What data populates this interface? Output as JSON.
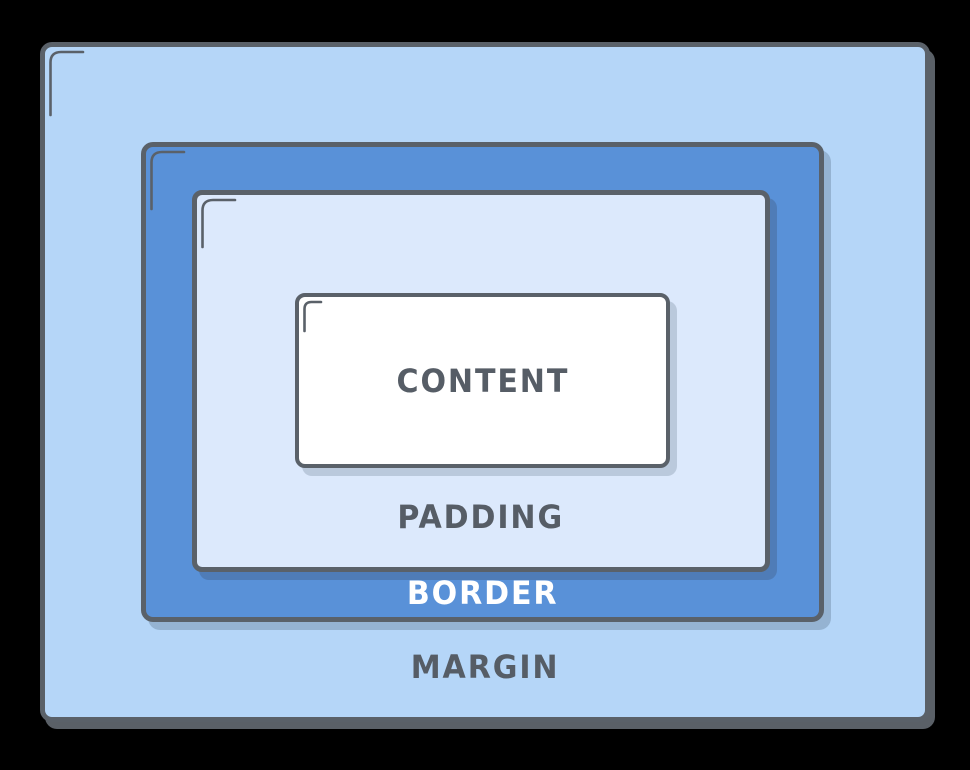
{
  "diagram": {
    "name": "css-box-model",
    "labels": {
      "margin": "MARGIN",
      "border": "BORDER",
      "padding": "PADDING",
      "content": "CONTENT"
    },
    "colors": {
      "page_background": "#000000",
      "margin_fill": "#B5D6F8",
      "border_fill": "#5991D8",
      "padding_fill": "#DCE9FC",
      "content_fill": "#FFFFFF",
      "outline": "#5A6169",
      "label_text": "#565D66",
      "border_label_text": "#FFFFFF"
    }
  }
}
